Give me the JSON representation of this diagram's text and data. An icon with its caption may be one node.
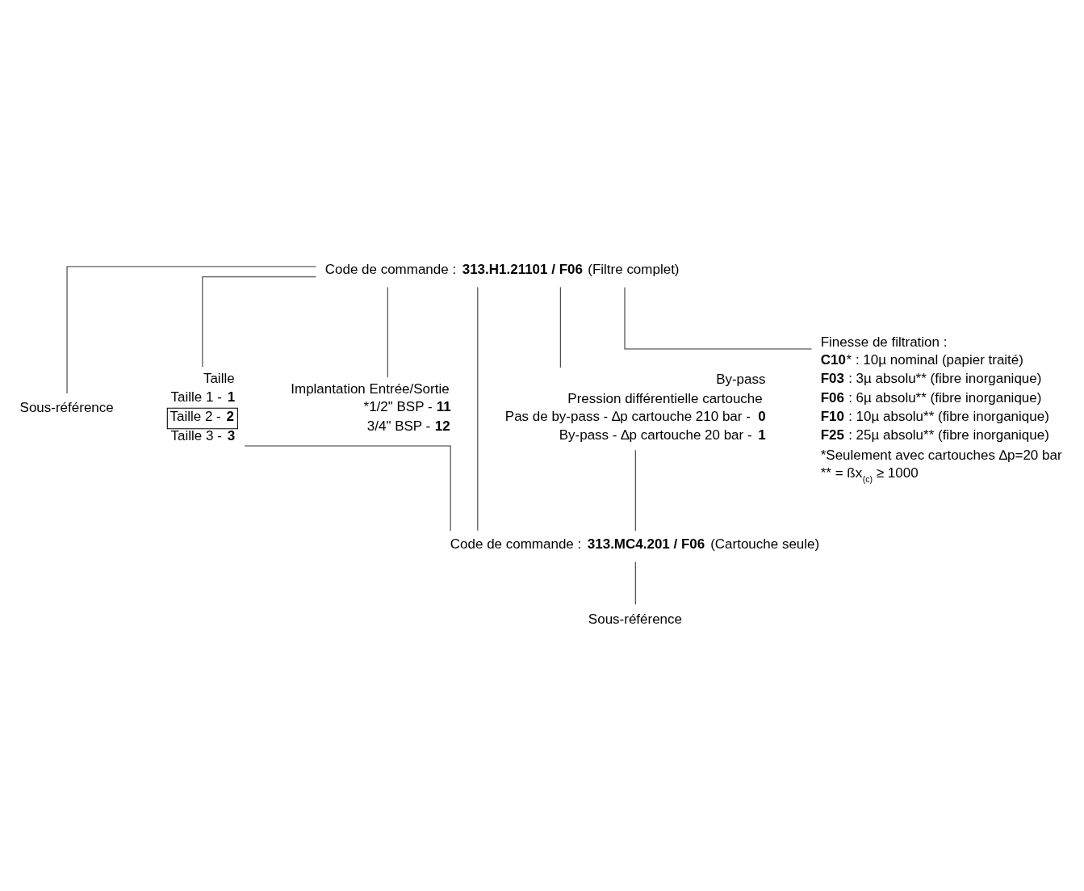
{
  "diagram": {
    "nodes": [
      {
        "text": [
          "Code de commande : **313.H1.21101 / F06** (Filtre complet)"
        ]
      },
      {
        "text": [
          "Sous-référence"
        ]
      },
      {
        "text": [
          "Taille",
          "Taille 1 - **1**",
          "Taille 2 - **2**",
          "Taille 3 - **3**"
        ]
      },
      {
        "text": [
          "Implantation Entrée/Sortie",
          "*1/2\" BSP - **11**",
          "3/4\" BSP - **12**"
        ]
      },
      {
        "text": [
          "By-pass",
          "Pression différentielle cartouche",
          "Pas de by-pass - ∆p cartouche 210 bar - **0**",
          "By-pass - ∆p cartouche 20 bar - **1**"
        ]
      },
      {
        "text": [
          "Finesse de filtration :",
          "**C10*** : 10µ nominal (papier traité)",
          "**F03** : 3µ absolu** (fibre inorganique)",
          "**F06** : 6µ absolu** (fibre inorganique)",
          "**F10** : 10µ absolu** (fibre inorganique)",
          "**F25** : 25µ absolu** (fibre inorganique)",
          "*Seulement avec cartouches ∆p=20 bar",
          "** = ßx$_{(c)}$ ≥ 1000"
        ]
      },
      {
        "text": [
          "Code de commande : **313.MC4.201 / F06** (Cartouche seule)"
        ]
      },
      {
        "text": [
          "Sous-référence"
        ]
      }
    ],
    "edges": [
      {
        "from": 0,
        "to": 1,
        "arrow": "none"
      },
      {
        "from": 0,
        "to": 2,
        "arrow": "none"
      },
      {
        "from": 0,
        "to": 3,
        "arrow": "none"
      },
      {
        "from": 0,
        "to": 4,
        "arrow": "none"
      },
      {
        "from": 0,
        "to": 5,
        "arrow": "none"
      },
      {
        "from": 0,
        "to": 6,
        "arrow": "none"
      },
      {
        "from": 2,
        "to": 6,
        "arrow": "none"
      },
      {
        "from": 4,
        "to": 6,
        "arrow": "none"
      },
      {
        "from": 6,
        "to": 7,
        "arrow": "none"
      }
    ]
  }
}
